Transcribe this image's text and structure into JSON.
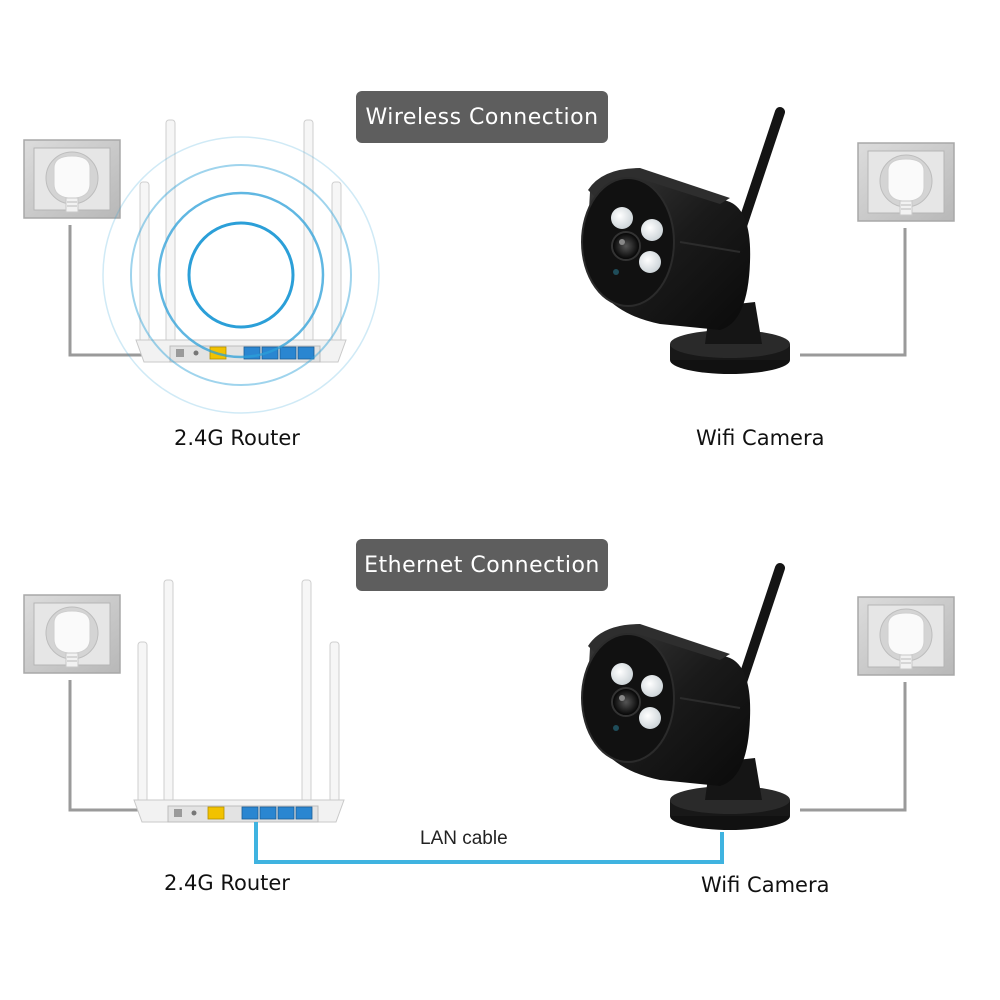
{
  "sections": [
    {
      "title": "Wireless Connection",
      "router_label": "2.4G Router",
      "camera_label": "Wifi Camera"
    },
    {
      "title": "Ethernet Connection",
      "router_label": "2.4G Router",
      "camera_label": "Wifi Camera",
      "cable_label": "LAN cable"
    }
  ],
  "colors": {
    "badge_bg": "#5e5e5e",
    "badge_text": "#ffffff",
    "signal": "#2b9fd8",
    "lan_cable": "#3fb3e0",
    "power_cord": "#9a9a9a",
    "camera_body": "#1a1a1a",
    "router_body": "#f2f2f2",
    "wan_port": "#f2c200",
    "lan_port": "#2a86d1"
  }
}
